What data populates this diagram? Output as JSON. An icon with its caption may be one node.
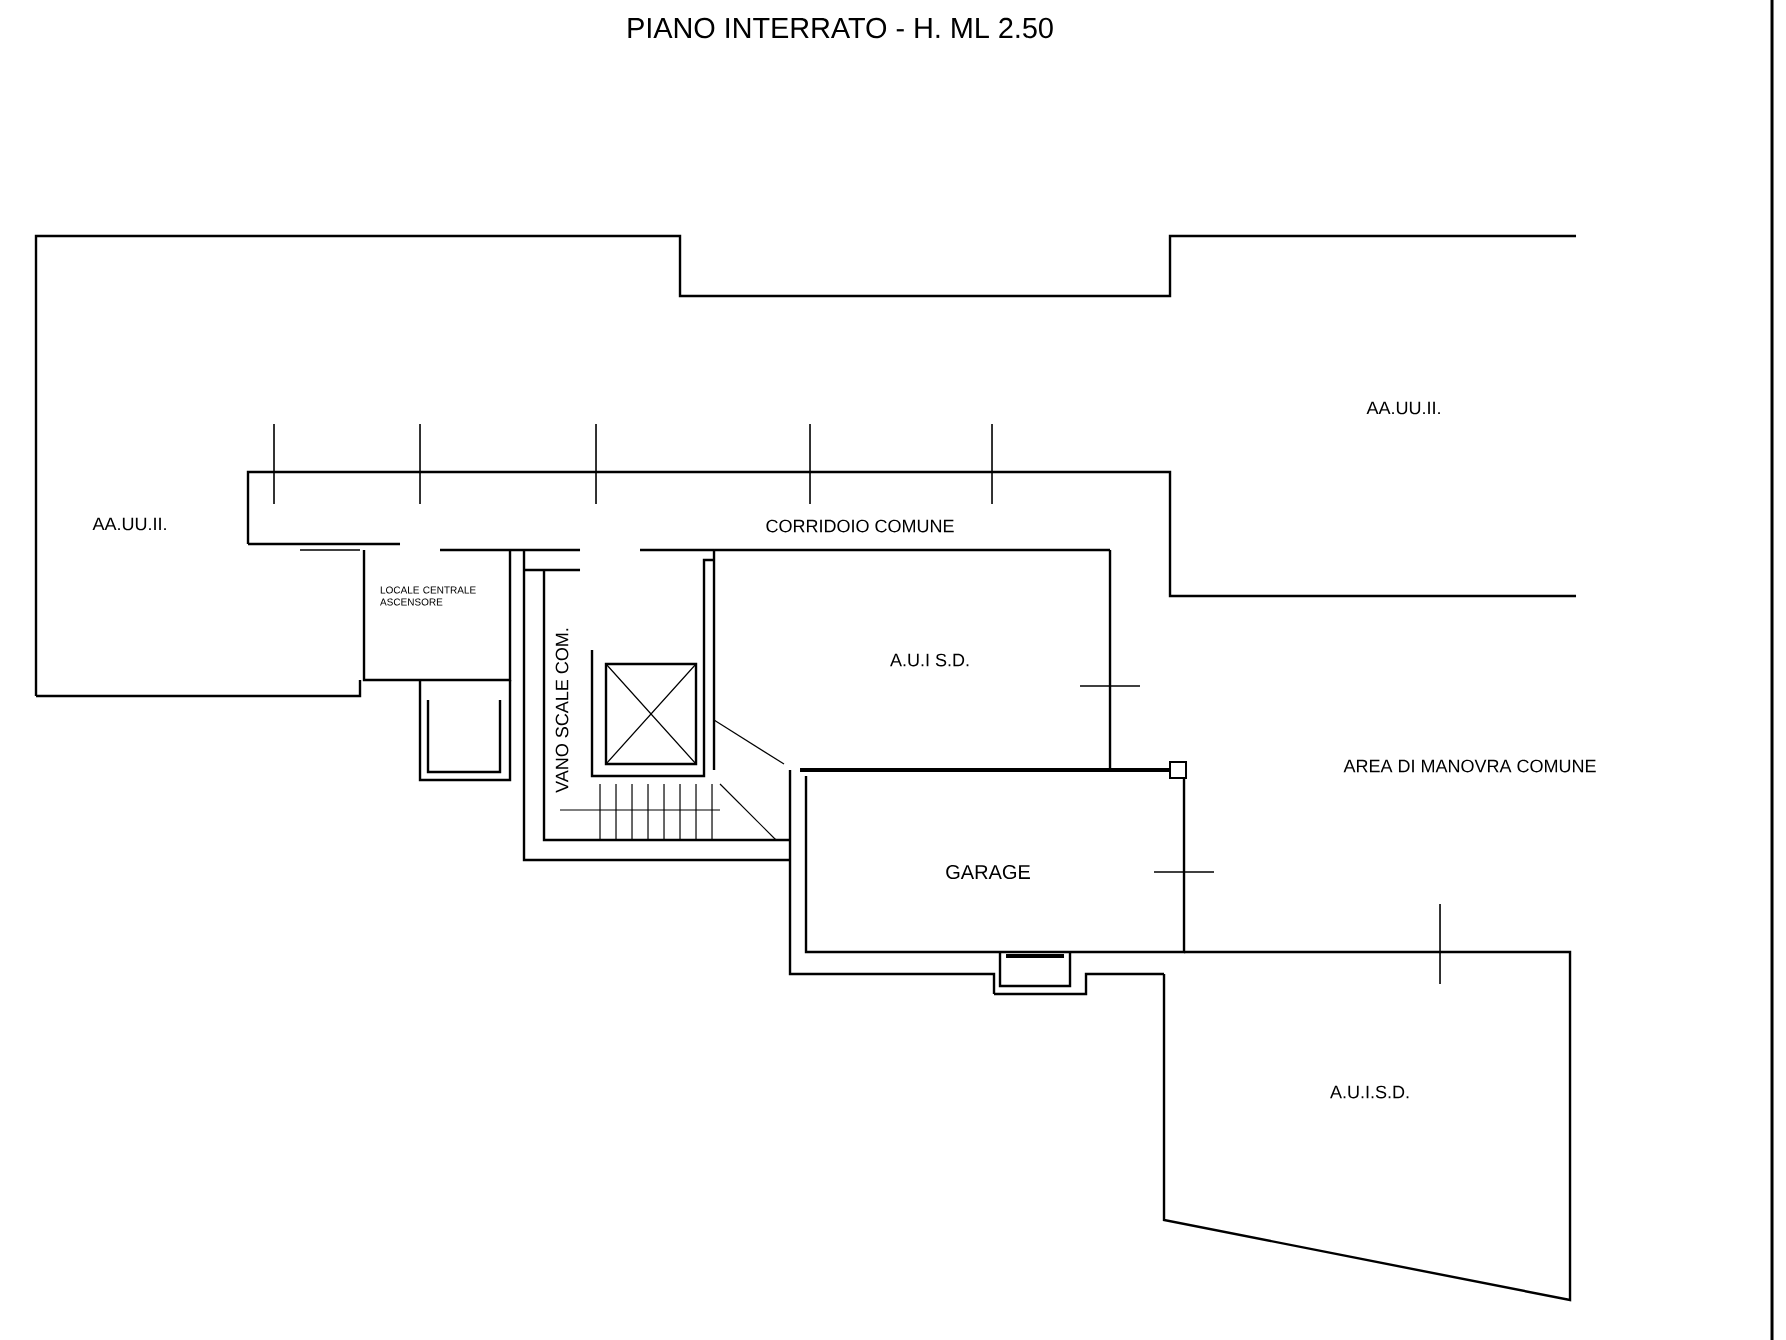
{
  "diagram": {
    "title": "PIANO INTERRATO - H. ML 2.50",
    "labels": [
      "AA.UU.II.",
      "AA.UU.II.",
      "CORRIDOIO COMUNE",
      "LOCALE CENTRALE ASCENSORE",
      "VANO SCALE COM.",
      "A.U.I S.D.",
      "AREA DI MANOVRA COMUNE",
      "GARAGE",
      "A.U.I.S.D."
    ]
  }
}
